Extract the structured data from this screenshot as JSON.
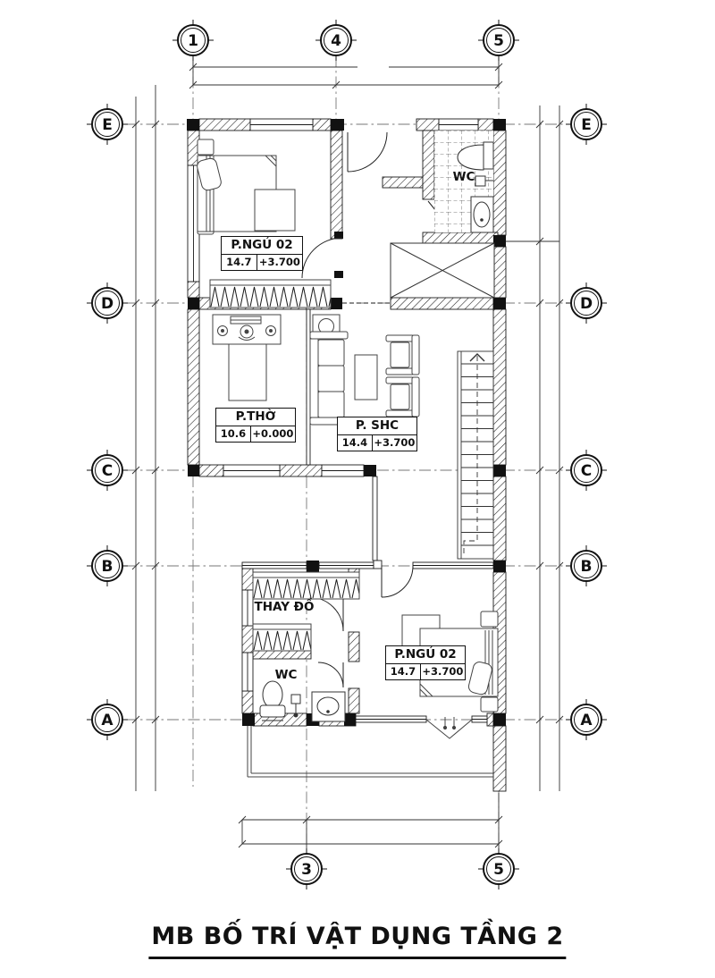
{
  "title": "MB BỐ TRÍ VẬT DỤNG TẦNG 2",
  "grid": {
    "top": [
      {
        "label": "1"
      },
      {
        "label": "4"
      },
      {
        "label": "5"
      }
    ],
    "bottom": [
      {
        "label": "3"
      },
      {
        "label": "5"
      }
    ],
    "left": [
      {
        "label": "E"
      },
      {
        "label": "D"
      },
      {
        "label": "C"
      },
      {
        "label": "B"
      },
      {
        "label": "A"
      }
    ],
    "right": [
      {
        "label": "E"
      },
      {
        "label": "D"
      },
      {
        "label": "C"
      },
      {
        "label": "B"
      },
      {
        "label": "A"
      }
    ]
  },
  "rooms": {
    "bedroom_top": {
      "name": "P.NGỦ 02",
      "area": "14.7",
      "level": "+3.700"
    },
    "wc_top": {
      "name": "WC"
    },
    "worship": {
      "name": "P.THỜ",
      "area": "10.6",
      "level": "+0.000"
    },
    "living": {
      "name": "P. SHC",
      "area": "14.4",
      "level": "+3.700"
    },
    "dressing": {
      "name": "THAY ĐỒ"
    },
    "wc_bottom": {
      "name": "WC"
    },
    "bedroom_bottom": {
      "name": "P.NGỦ 02",
      "area": "14.7",
      "level": "+3.700"
    }
  },
  "colors": {
    "ink": "#1a1a1a",
    "paper": "#ffffff"
  }
}
